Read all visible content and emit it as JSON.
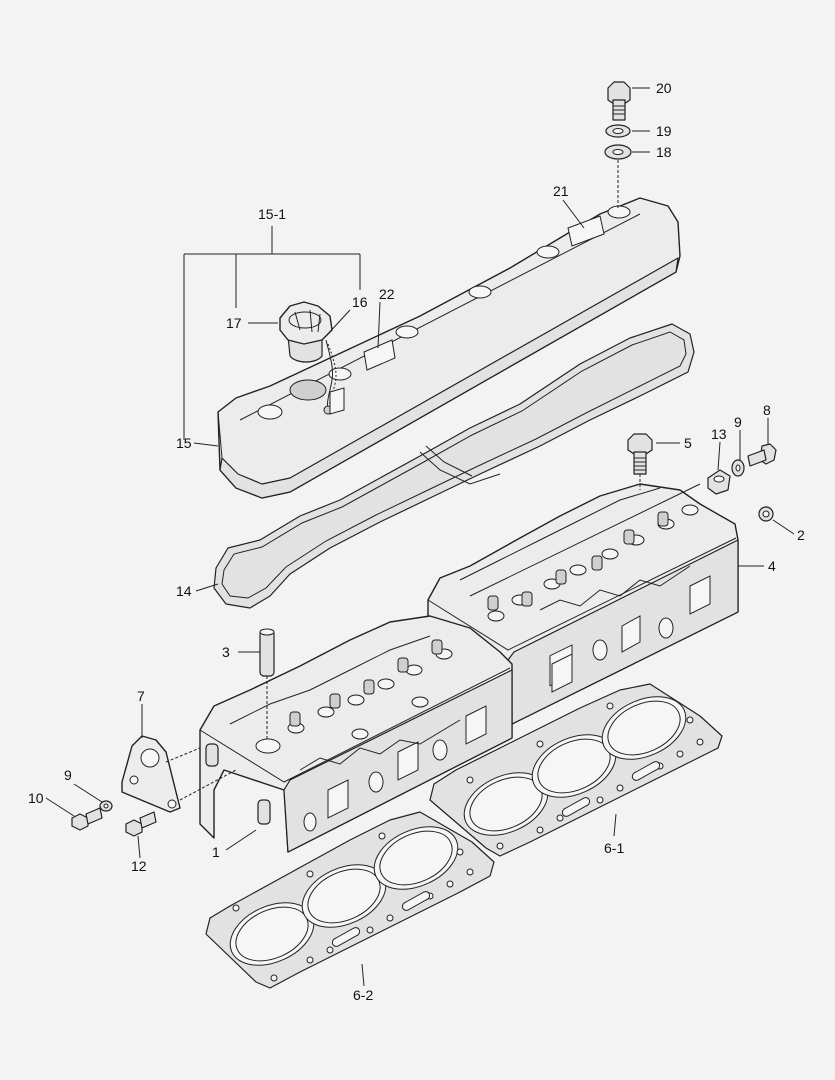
{
  "diagram": {
    "parts": [
      {
        "id": "p1",
        "label": "1"
      },
      {
        "id": "p2",
        "label": "2"
      },
      {
        "id": "p3",
        "label": "3"
      },
      {
        "id": "p4",
        "label": "4"
      },
      {
        "id": "p5",
        "label": "5"
      },
      {
        "id": "p6_1",
        "label": "6-1"
      },
      {
        "id": "p6_2",
        "label": "6-2"
      },
      {
        "id": "p7",
        "label": "7"
      },
      {
        "id": "p8",
        "label": "8"
      },
      {
        "id": "p9a",
        "label": "9"
      },
      {
        "id": "p9b",
        "label": "9"
      },
      {
        "id": "p10",
        "label": "10"
      },
      {
        "id": "p12",
        "label": "12"
      },
      {
        "id": "p13",
        "label": "13"
      },
      {
        "id": "p14",
        "label": "14"
      },
      {
        "id": "p15",
        "label": "15"
      },
      {
        "id": "p15_1",
        "label": "15-1"
      },
      {
        "id": "p16",
        "label": "16"
      },
      {
        "id": "p17",
        "label": "17"
      },
      {
        "id": "p18",
        "label": "18"
      },
      {
        "id": "p19",
        "label": "19"
      },
      {
        "id": "p20",
        "label": "20"
      },
      {
        "id": "p21",
        "label": "21"
      },
      {
        "id": "p22",
        "label": "22"
      }
    ]
  }
}
